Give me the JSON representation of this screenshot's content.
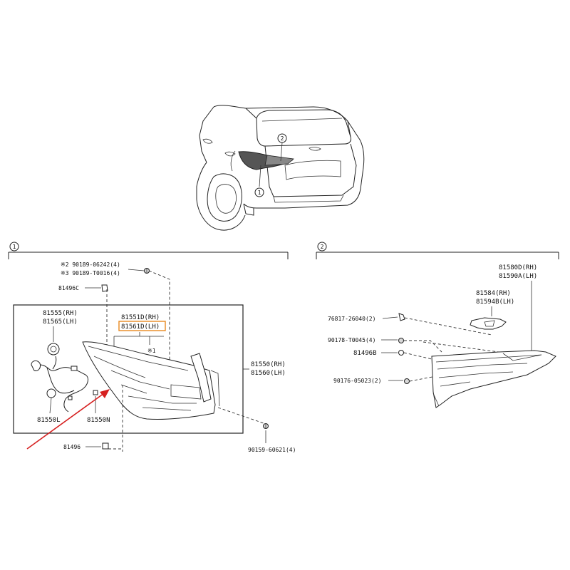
{
  "callouts": {
    "one": "1",
    "two": "2"
  },
  "section1": {
    "marker": "1",
    "note_screw_a": "※2 90189-06242(4)",
    "note_screw_b": "※3 90189-T0016(4)",
    "clip_top": "81496C",
    "socket_rh": "81555(RH)",
    "socket_lh": "81565(LH)",
    "lens_rh": "81551D(RH)",
    "lens_lh": "81561D(LH)",
    "lens_note": "※1",
    "lamp_rh": "81550(RH)",
    "lamp_lh": "81560(LH)",
    "bulb": "81550L",
    "wire": "81550N",
    "clip_bottom": "81496",
    "screw_bottom": "90159-60621(4)"
  },
  "section2": {
    "marker": "2",
    "lamp_rh": "81580D(RH)",
    "lamp_lh": "81590A(LH)",
    "bracket_rh": "81584(RH)",
    "bracket_lh": "81594B(LH)",
    "part_a": "76817-26040(2)",
    "part_b": "90178-T0045(4)",
    "part_c": "81496B",
    "part_d": "90176-05023(2)"
  },
  "colors": {
    "highlight_box": "#e8891e",
    "arrow": "#d62020",
    "line": "#222222"
  }
}
